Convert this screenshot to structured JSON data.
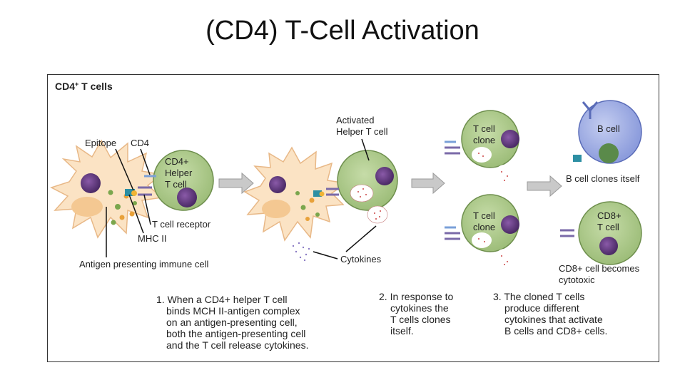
{
  "slide": {
    "title": "(CD4) T-Cell Activation"
  },
  "diagram": {
    "heading_cd": "CD4",
    "heading_sup": "+",
    "heading_rest": " T cells",
    "stage1": {
      "epitope": "Epitope",
      "cd4": "CD4",
      "helper_line1": "CD4+",
      "helper_line2": "Helper",
      "helper_line3": "T cell",
      "tcr": "T cell receptor",
      "mhc": "MHC II",
      "apc": "Antigen presenting immune cell",
      "caption": [
        "1. When a CD4+ helper T cell",
        "binds MCH II-antigen complex",
        "on an antigen-presenting cell,",
        "both the antigen-presenting cell",
        "and the T cell release cytokines."
      ]
    },
    "stage2": {
      "activated_line1": "Activated",
      "activated_line2": "Helper T cell",
      "cytokines": "Cytokines",
      "caption": [
        "2. In response to",
        "cytokines the",
        "T cells clones",
        "itself."
      ]
    },
    "stage3": {
      "clone_top_line1": "T cell",
      "clone_top_line2": "clone",
      "clone_bottom_line1": "T cell",
      "clone_bottom_line2": "clone",
      "bcell": "B cell",
      "bcell_clones": "B cell clones itself",
      "cd8_line1": "CD8+",
      "cd8_line2": "T cell",
      "cd8_caption_line1": "CD8+ cell becomes",
      "cd8_caption_line2": "cytotoxic",
      "caption": [
        "3. The cloned T cells",
        "produce different",
        "cytokines that activate",
        "B cells and CD8+ cells."
      ]
    }
  }
}
